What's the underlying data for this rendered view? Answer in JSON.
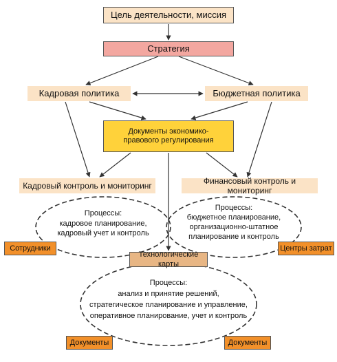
{
  "diagram": {
    "goal": "Цель деятельности, миссия",
    "strategy": "Стратегия",
    "hr_policy": "Кадровая политика",
    "budget_policy": "Бюджетная политика",
    "documents_regulation": "Документы экономико-правового регулирования",
    "hr_control": "Кадровый контроль и мониторинг",
    "finance_control": "Финансовый контроль и мониторинг",
    "hr_processes": {
      "title": "Процессы:",
      "lines": "кадровое планирование,\nкадровый учет и контроль"
    },
    "finance_processes": {
      "title": "Процессы:",
      "lines": "бюджетное планирование,\nорганизационно-штатное\nпланирование и контроль"
    },
    "employees": "Сотрудники",
    "cost_centers": "Центры затрат",
    "tech_maps": "Технологические карты",
    "main_processes": {
      "title": "Процессы:",
      "lines": "анализ и принятие решений,\nстратегическое планирование и управление,\nоперативное планирование, учет и контроль"
    },
    "documents_left": "Документы",
    "documents_right": "Документы"
  },
  "colors": {
    "pale": "#fbe3c6",
    "pink": "#f3a7a0",
    "gold": "#ffd23a",
    "tan": "#e8b684",
    "orange": "#f2902a",
    "line": "#333333"
  }
}
